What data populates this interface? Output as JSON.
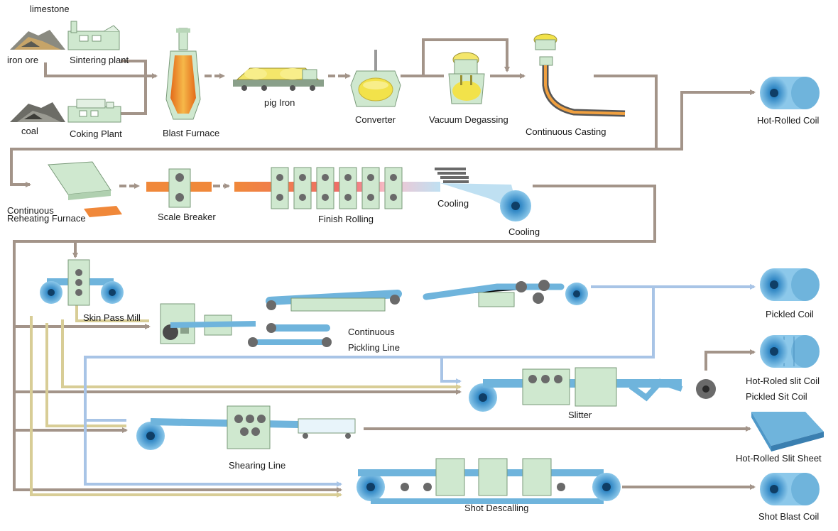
{
  "labels": {
    "limestone": "limestone",
    "iron_ore": "iron ore",
    "sintering_plant": "Sintering plant",
    "coal": "coal",
    "coking_plant": "Coking Plant",
    "blast_furnace": "Blast Furnace",
    "pig_iron": "pig Iron",
    "converter": "Converter",
    "vacuum_degassing": "Vacuum Degassing",
    "continuous_casting": "Continuous Casting",
    "hot_rolled_coil": "Hot-Rolled Coil",
    "continuous_reheating_furnace_1": "Continuous",
    "continuous_reheating_furnace_2": "Reheating Furnace",
    "scale_breaker": "Scale Breaker",
    "finish_rolling": "Finish Rolling",
    "cooling_1": "Cooling",
    "cooling_2": "Cooling",
    "skin_pass_mill": "Skin Pass Mill",
    "continuous_pickling_line_1": "Continuous",
    "continuous_pickling_line_2": "Pickling Line",
    "pickled_coil": "Pickled Coil",
    "hot_roled_slit_coil": "Hot-Roled slit Coil",
    "pickled_sit_coil": "Pickled Sit Coil",
    "slitter": "Slitter",
    "hot_rolled_slit_sheet": "Hot-Rolled Slit Sheet",
    "shearing_line": "Shearing Line",
    "shot_descalling": "Shot Descalling",
    "shot_blast_coil": "Shot Blast Coil"
  },
  "colors": {
    "pipe_brown": "#a39489",
    "pipe_blue": "#a8c4e6",
    "pipe_khaki": "#d8cd96",
    "machine_green": "#cfe8cf",
    "machine_outline": "#5a7a5a",
    "steel_blue": "#6fb4dc",
    "steel_dark": "#3a7fb0",
    "hot_orange": "#f0883a",
    "molten_yellow": "#f2e24a",
    "roller_gray": "#6a6a6a"
  }
}
